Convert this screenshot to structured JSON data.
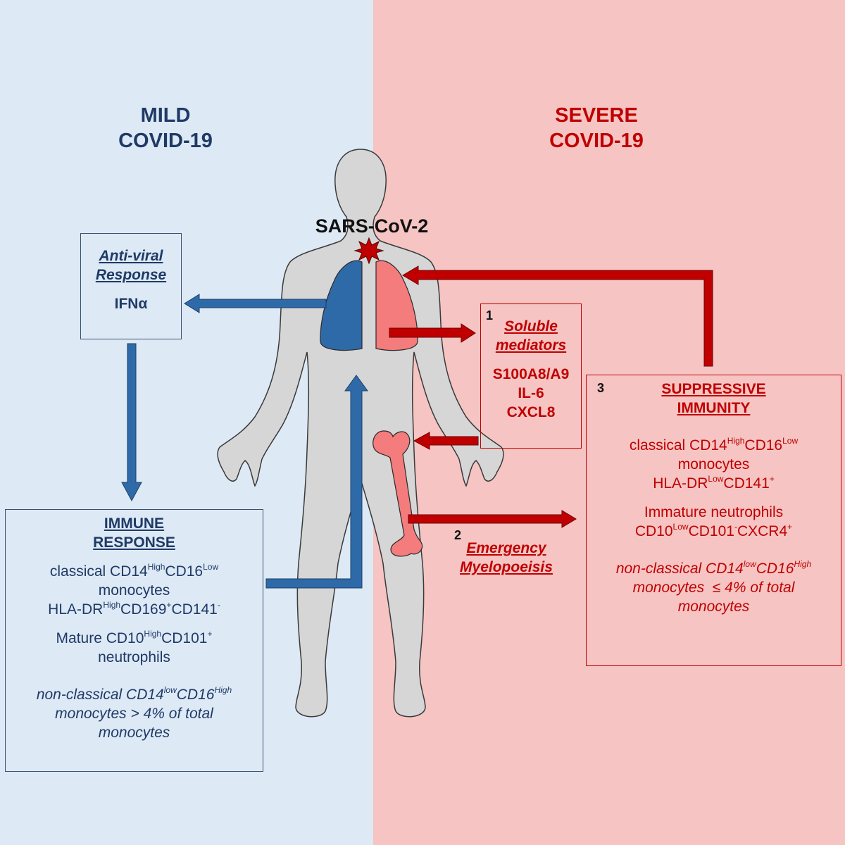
{
  "mild": {
    "title_line1": "MILD",
    "title_line2": "COVID-19",
    "antiviral": {
      "title_line1": "Anti-viral",
      "title_line2": "Response",
      "mediator": "IFNα"
    },
    "immune": {
      "title_line1": "IMMUNE",
      "title_line2": "RESPONSE",
      "mono_a": "classical CD14",
      "mono_a_sup1": "High",
      "mono_a_b": "CD16",
      "mono_a_sup2": "Low",
      "mono_word": "monocytes",
      "hla_a": "HLA-DR",
      "hla_sup1": "High",
      "hla_b": "CD169",
      "hla_sup2": "+",
      "hla_c": "CD141",
      "hla_sup3": "-",
      "neut_a": "Mature CD10",
      "neut_sup1": "High",
      "neut_b": "CD101",
      "neut_sup2": "+",
      "neut_word": "neutrophils",
      "nc_a": "non-classical CD14",
      "nc_sup1": "low",
      "nc_b": "CD16",
      "nc_sup2": "High",
      "nc_line2": "monocytes > 4% of total",
      "nc_line3": "monocytes"
    }
  },
  "severe": {
    "title_line1": "SEVERE",
    "title_line2": "COVID-19",
    "soluble": {
      "number": "1",
      "title_line1": "Soluble",
      "title_line2": "mediators",
      "items": [
        "S100A8/A9",
        "IL-6",
        "CXCL8"
      ]
    },
    "myelopoiesis": {
      "number": "2",
      "title_line1": "Emergency",
      "title_line2": "Myelopoeisis"
    },
    "suppressive": {
      "number": "3",
      "title_line1": "SUPPRESSIVE",
      "title_line2": "IMMUNITY",
      "mono_a": "classical CD14",
      "mono_sup1": "High",
      "mono_b": "CD16",
      "mono_sup2": "Low",
      "mono_word": "monocytes",
      "hla_a": "HLA-DR",
      "hla_sup1": "Low",
      "hla_b": "CD141",
      "hla_sup2": "+",
      "neut_line1": "Immature neutrophils",
      "neut_a": "CD10",
      "neut_sup1": "Low",
      "neut_b": "CD101",
      "neut_sup2": "-",
      "neut_c": "CXCR4",
      "neut_sup3": "+",
      "nc_a": "non-classical CD14",
      "nc_sup1": "low",
      "nc_b": "CD16",
      "nc_sup2": "High",
      "nc_line2": "monocytes  ≤ 4% of total",
      "nc_line3": "monocytes"
    }
  },
  "virus_label": "SARS-CoV-2",
  "colors": {
    "mild_bg": "#dde9f5",
    "severe_bg": "#f5c4c3",
    "blue_arrow": "#2f6aa8",
    "red_arrow": "#c00000",
    "lung_blue": "#2f6aa8",
    "lung_red": "#f47c7c",
    "bone": "#f47c7c",
    "body": "#d6d6d6"
  }
}
